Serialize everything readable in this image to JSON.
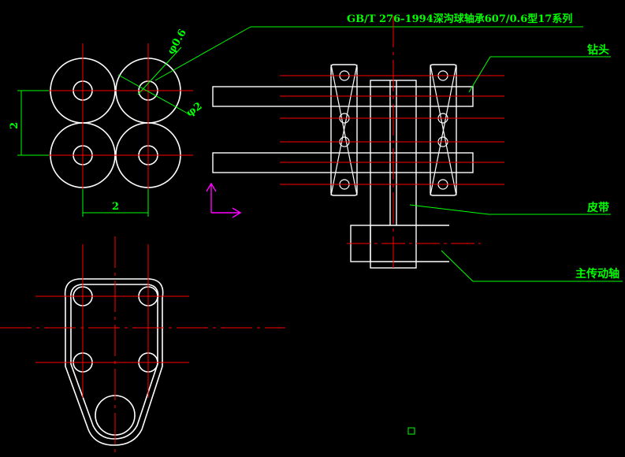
{
  "annotations": {
    "title": "GB/T 276-1994深沟球轴承607/0.6型17系列",
    "drill_head": "钻头",
    "belt": "皮带",
    "main_shaft": "主传动轴"
  },
  "dimensions": {
    "small_diameter": "φ0.6",
    "large_diameter": "φ2",
    "vertical_spacing": "2",
    "horizontal_spacing": "2"
  },
  "colors": {
    "background": "#000000",
    "outline": "#ffffff",
    "centerline": "#ff0000",
    "leader": "#00ff00",
    "ucs": "#ff00ff"
  },
  "icons": {
    "ucs": "ucs-axis-icon",
    "snap": "snap-marker-icon"
  }
}
